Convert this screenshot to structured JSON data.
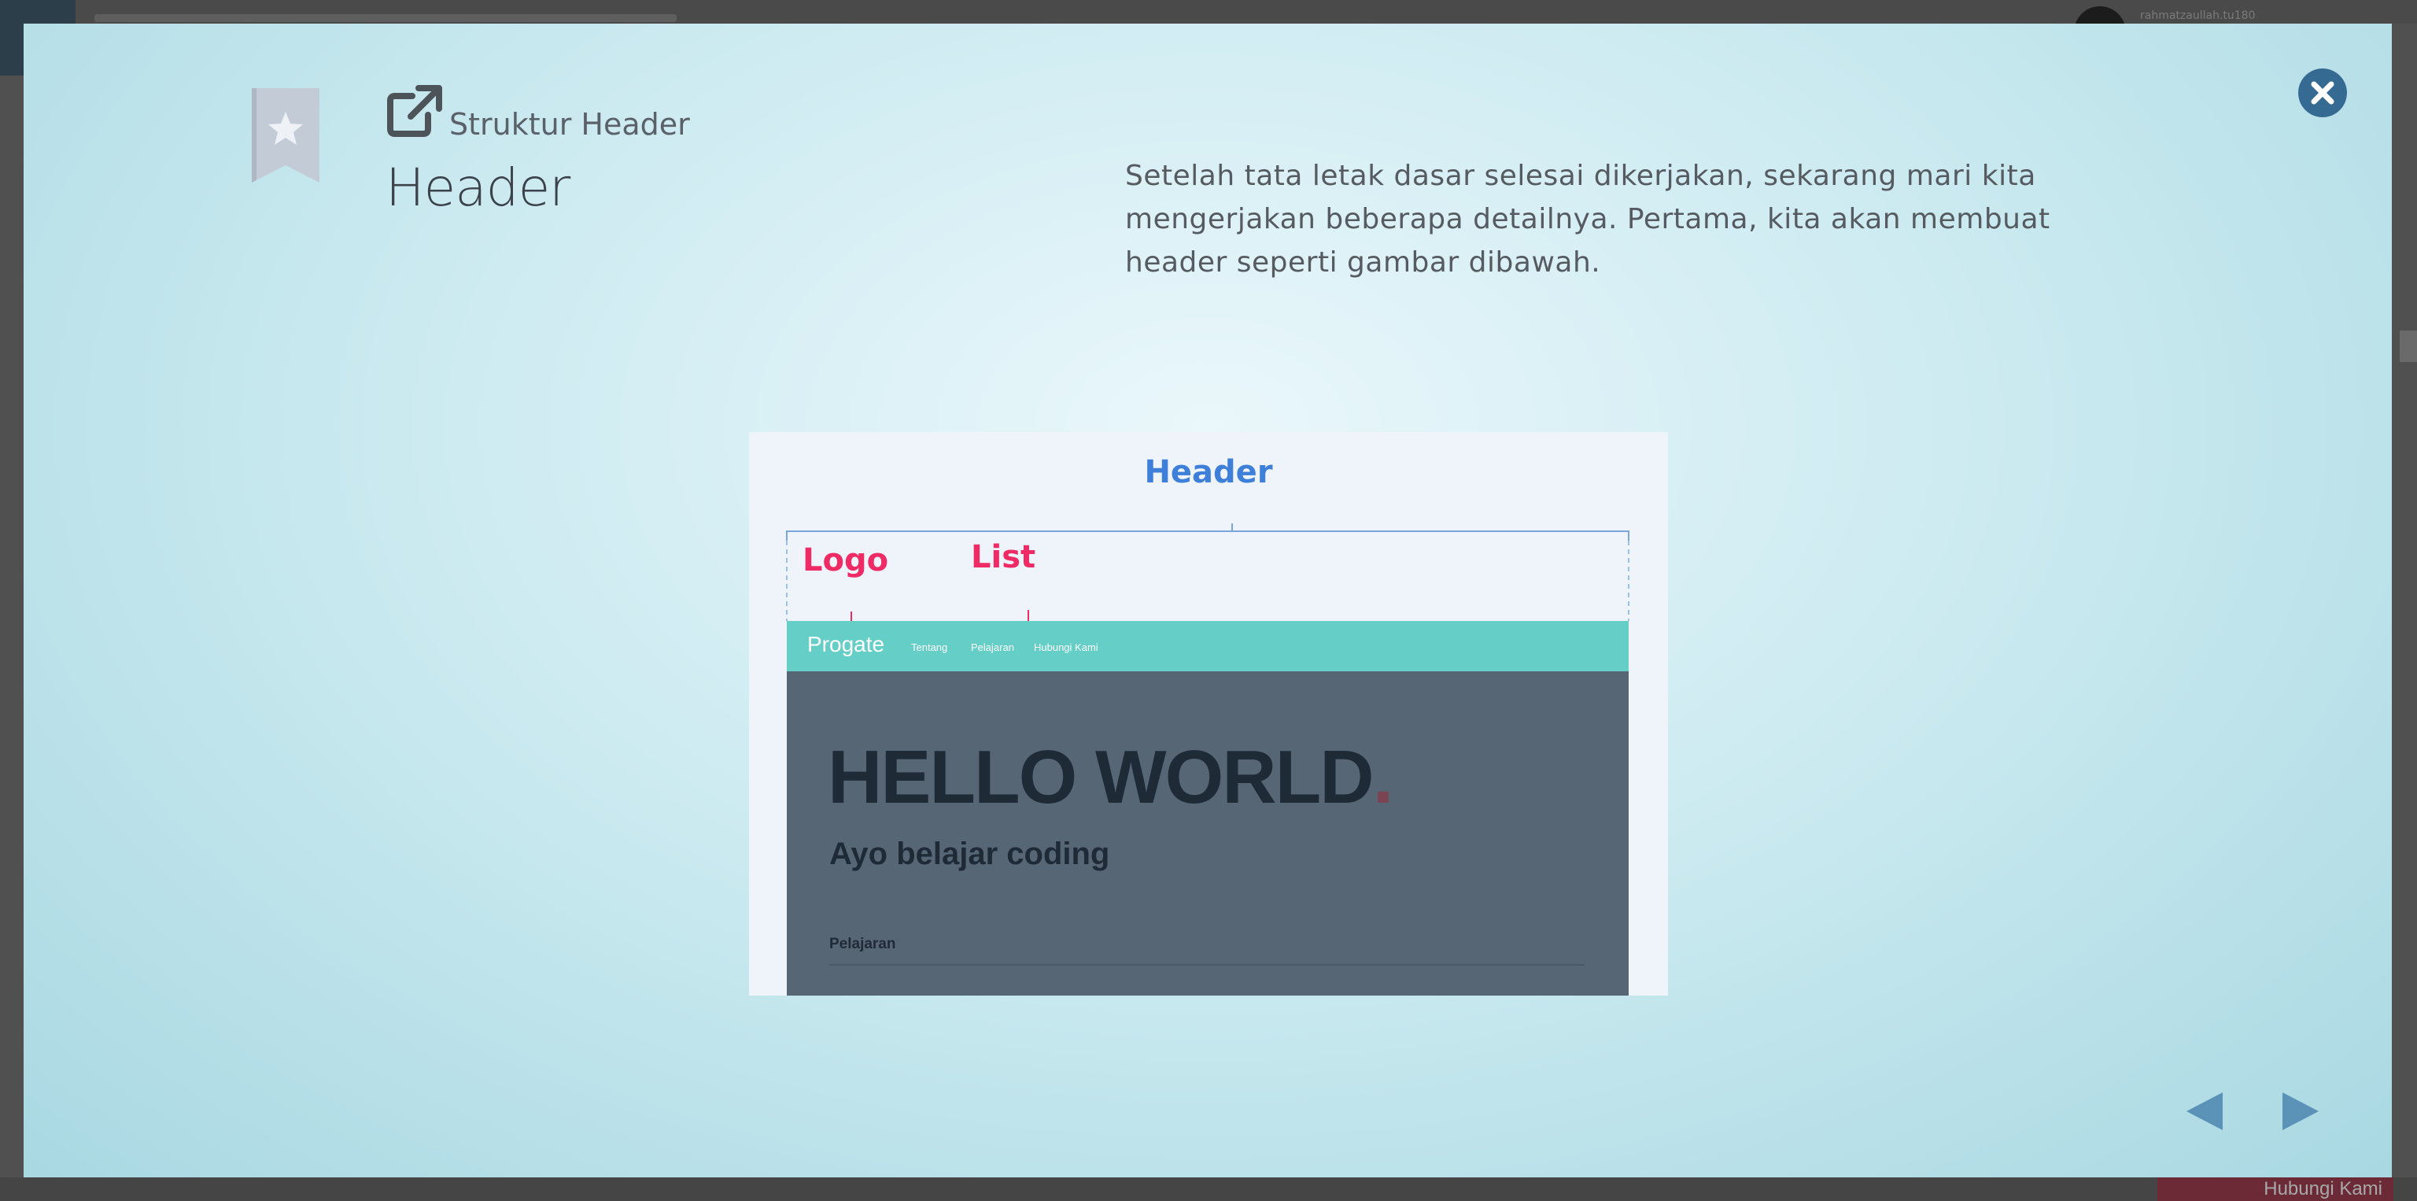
{
  "background": {
    "username": "rahmatzaullah.tu180",
    "contact_button_label": "Hubungi Kami"
  },
  "modal": {
    "bookmark_icon": "bookmark-star-icon",
    "link_icon": "external-link-icon",
    "subtitle": "Struktur Header",
    "title": "Header",
    "description": "Setelah tata letak dasar selesai dikerjakan, sekarang mari kita mengerjakan beberapa detailnya. Pertama, kita akan membuat header seperti gambar dibawah.",
    "close_icon": "close-icon",
    "prev_icon": "triangle-left-icon",
    "next_icon": "triangle-right-icon",
    "colors": {
      "close_button": "#356b93",
      "arrows": "#5b92b8",
      "bookmark": "#c3cbd6"
    }
  },
  "figure": {
    "annotations": {
      "header": "Header",
      "logo": "Logo",
      "list": "List"
    },
    "mock_site": {
      "brand": "Progate",
      "nav_links": [
        "Tentang",
        "Pelajaran",
        "Hubungi Kami"
      ],
      "headline": "HELLO WORLD",
      "headline_dot": ".",
      "subheadline": "Ayo belajar coding",
      "section_label": "Pelajaran"
    },
    "colors": {
      "header_annotation": "#3d7fd9",
      "part_annotation": "#ef2b66",
      "nav_bar": "#65cfc7",
      "hero": "#566675"
    }
  }
}
